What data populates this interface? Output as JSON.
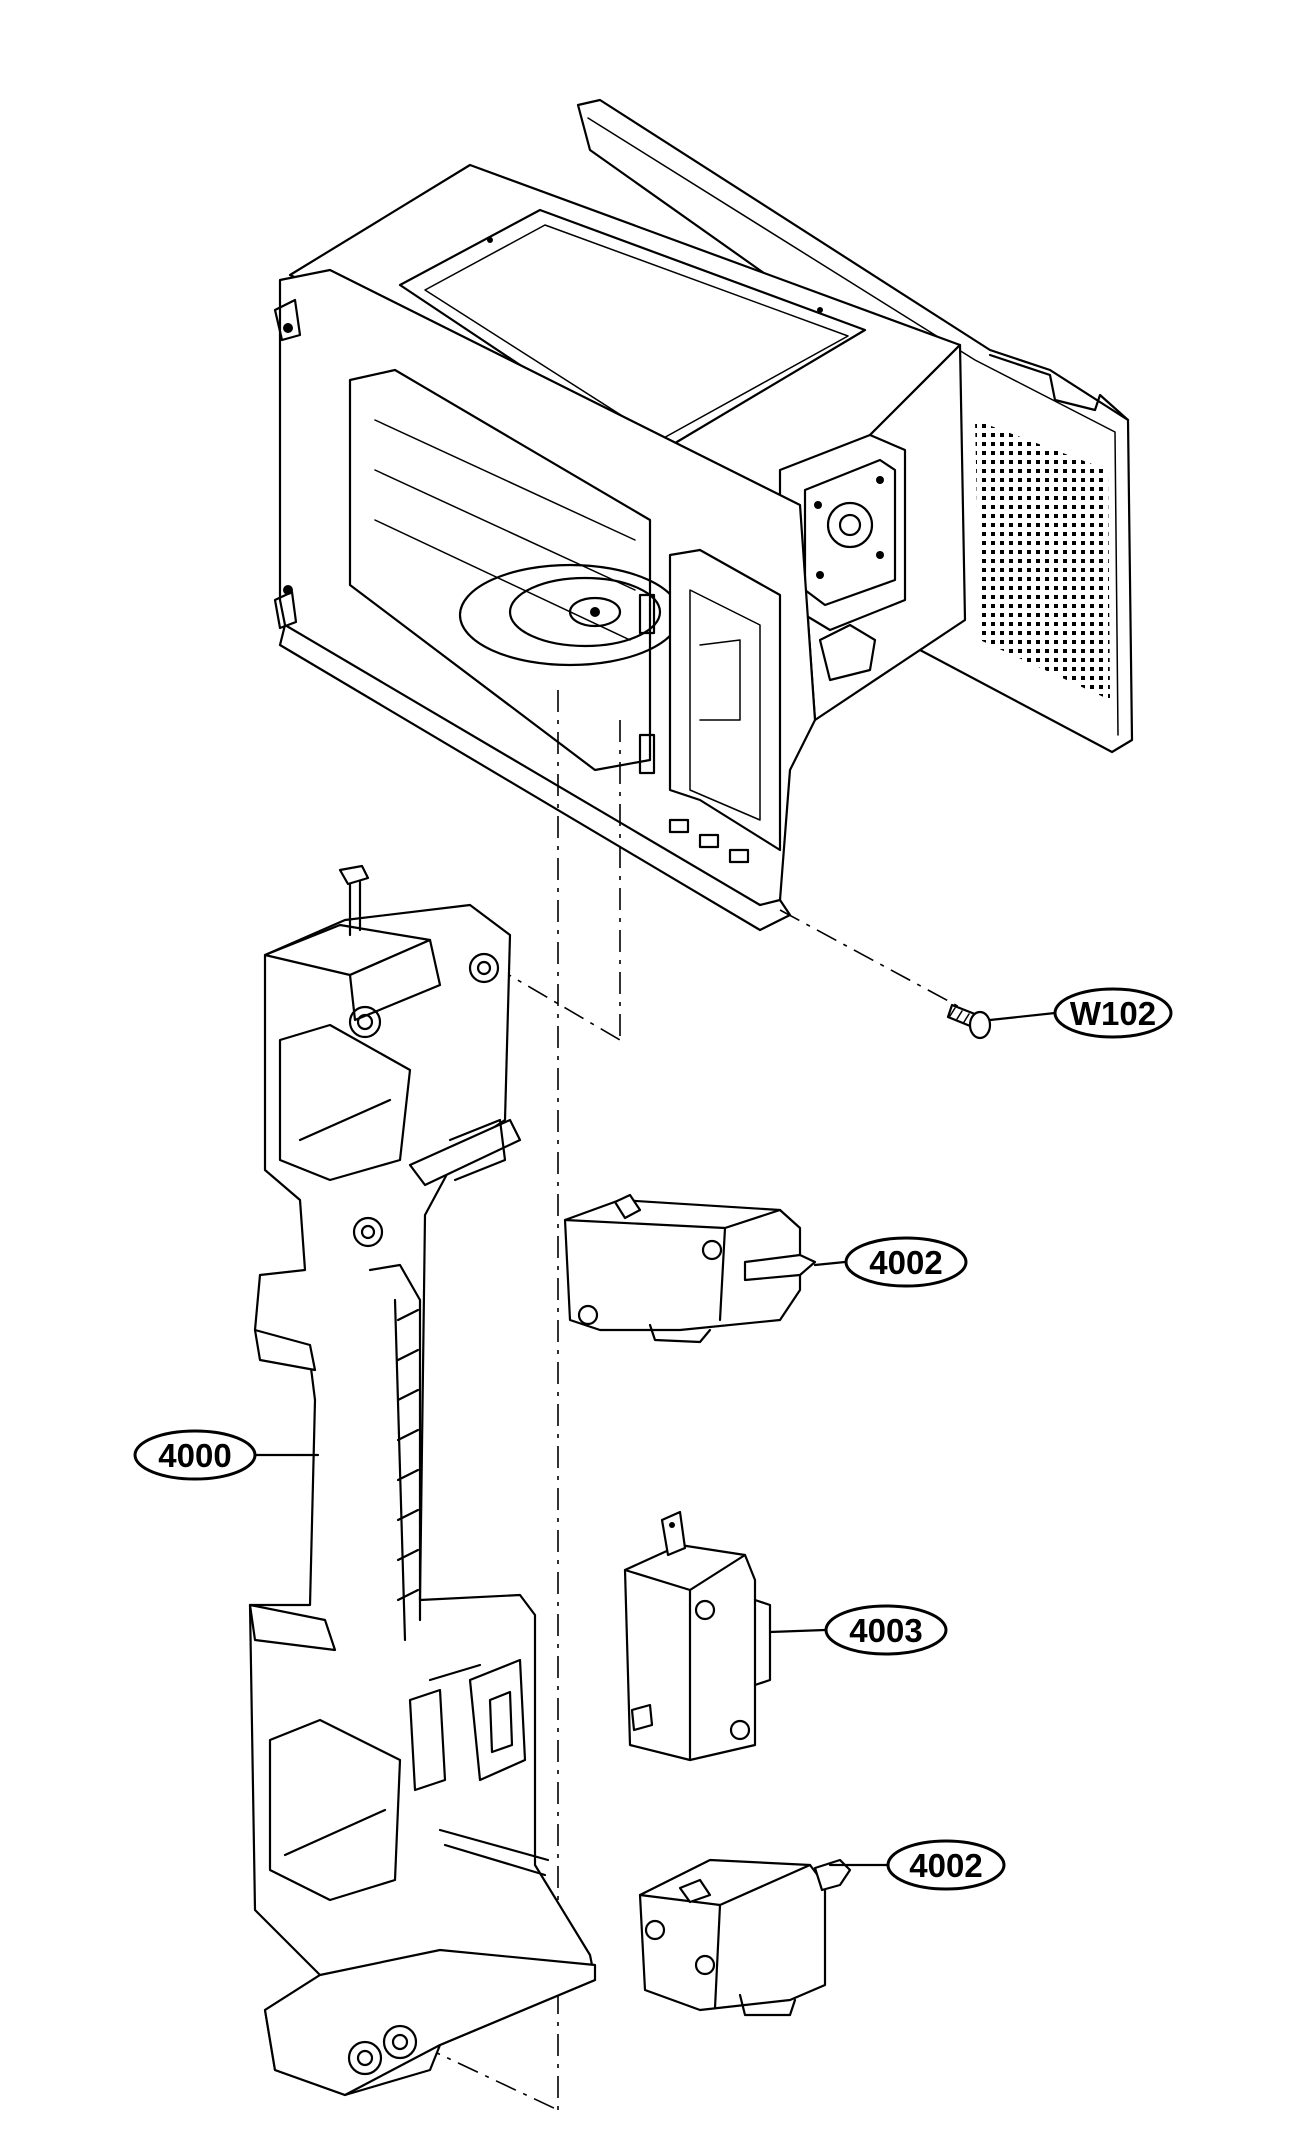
{
  "callouts": {
    "w102": "W102",
    "p4002_upper": "4002",
    "p4000": "4000",
    "p4003": "4003",
    "p4002_lower": "4002"
  }
}
